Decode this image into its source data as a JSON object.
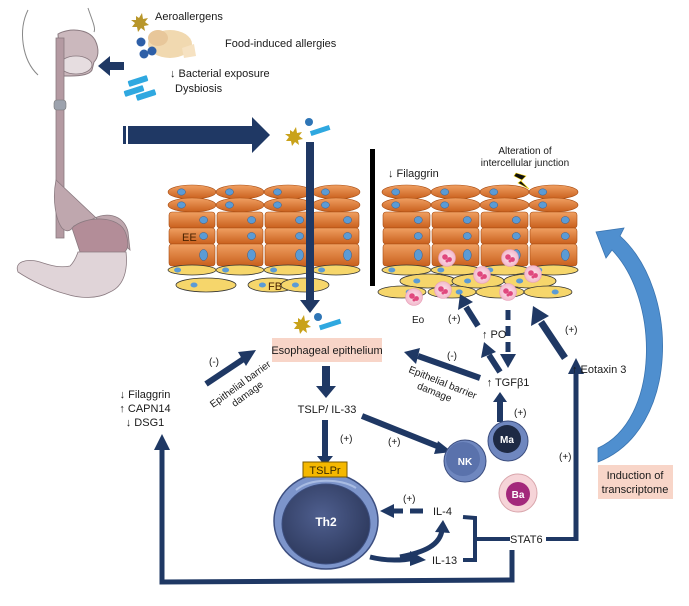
{
  "title": "Eosinophilic esophagitis pathogenesis diagram",
  "colors": {
    "arrow_navy": "#1f3864",
    "arrow_light_blue": "#4f8fcf",
    "epithelium_orange": "#e2792f",
    "nucleus_blue": "#5b9bd5",
    "fibroblast_yellow": "#f6d66b",
    "label_box_pink": "#f8d5c8",
    "tslpr_gold": "#f5b800",
    "th2_blue": "#7a92c6",
    "basophil_magenta": "#a3287b",
    "eosinophil_pink": "#e8709a"
  },
  "triggers": {
    "aeroallergens": "Aeroallergens",
    "food": "Food-induced allergies",
    "bacterial": "↓ Bacterial exposure",
    "dysbiosis": "Dysbiosis"
  },
  "epithelium_left": {
    "ee_label": "EE",
    "fb_label": "FB"
  },
  "epithelium_right": {
    "filaggrin": "↓ Filaggrin",
    "junction_line1": "Alteration of",
    "junction_line2": "intercellular junction",
    "eo_label": "Eo"
  },
  "nodes": {
    "esophageal_epithelium": "Esophageal epithelium",
    "tslp_il33": "TSLP/ IL-33",
    "tslpr": "TSLPr",
    "th2": "Th2",
    "il4": "IL-4",
    "il13": "IL-13",
    "stat6": "STAT6",
    "nk": "NK",
    "ma": "Ma",
    "ba": "Ba",
    "tgfb1": "↑ TGFβ1",
    "po": "↑ PO",
    "eotaxin3": "↑ Eotaxin 3",
    "induction_line1": "Induction of",
    "induction_line2": "transcriptome",
    "markers": [
      "↓ Filaggrin",
      "↑ CAPN14",
      "↓ DSG1"
    ]
  },
  "edge_labels": {
    "barrier_left_sign": "(-)",
    "barrier_left_line1": "Epithelial barrier",
    "barrier_left_line2": "damage",
    "barrier_right_sign": "(-)",
    "barrier_right_line1": "Epithelial barrier",
    "barrier_right_line2": "damage",
    "tslpr_plus": "(+)",
    "nk_plus": "(+)",
    "il4_plus": "(+)",
    "ma_plus": "(+)",
    "eo_plus": "(+)",
    "eotaxin_plus_top": "(+)",
    "eotaxin_plus_bottom": "(+)"
  }
}
